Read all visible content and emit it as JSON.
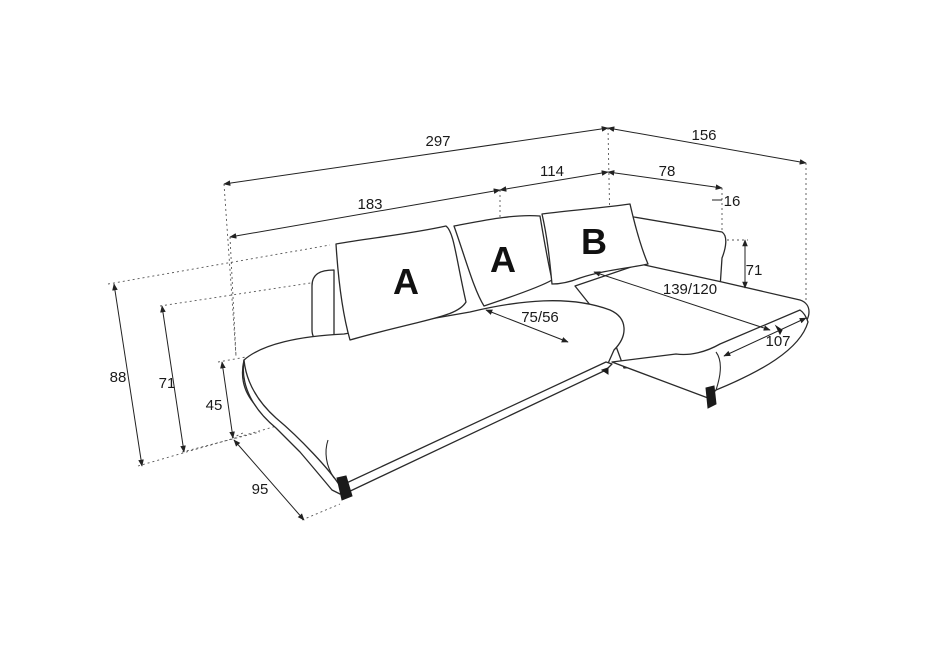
{
  "colors": {
    "line": "#2a2a2a",
    "leg": "#1a1a1a",
    "background": "#ffffff"
  },
  "cushions": {
    "left": "A",
    "middle": "A",
    "right": "B"
  },
  "dimensions": {
    "total_length": "297",
    "chaise_depth_overall": "156",
    "sofa_section": "183",
    "middle_section": "114",
    "chaise_back": "78",
    "armrest_width": "16",
    "chaise_back_height": "71",
    "chaise_length": "139/120",
    "seat_depth": "75/56",
    "chaise_width": "107",
    "total_height": "88",
    "back_height": "71",
    "seat_height": "45",
    "sofa_depth": "95"
  }
}
